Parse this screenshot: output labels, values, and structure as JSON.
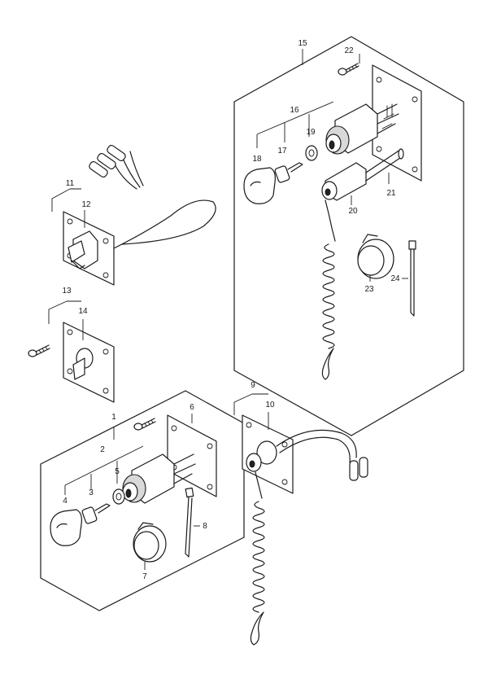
{
  "callouts": {
    "c1": "1",
    "c2": "2",
    "c3": "3",
    "c4": "4",
    "c5": "5",
    "c6": "6",
    "c7": "7",
    "c8": "8",
    "c9": "9",
    "c10": "10",
    "c11": "11",
    "c12": "12",
    "c13": "13",
    "c14": "14",
    "c15": "15",
    "c16": "16",
    "c17": "17",
    "c18": "18",
    "c19": "19",
    "c20": "20",
    "c21": "21",
    "c22": "22",
    "c23": "23",
    "c24": "24"
  },
  "colors": {
    "line": "#1a1a1a",
    "background": "#ffffff"
  }
}
